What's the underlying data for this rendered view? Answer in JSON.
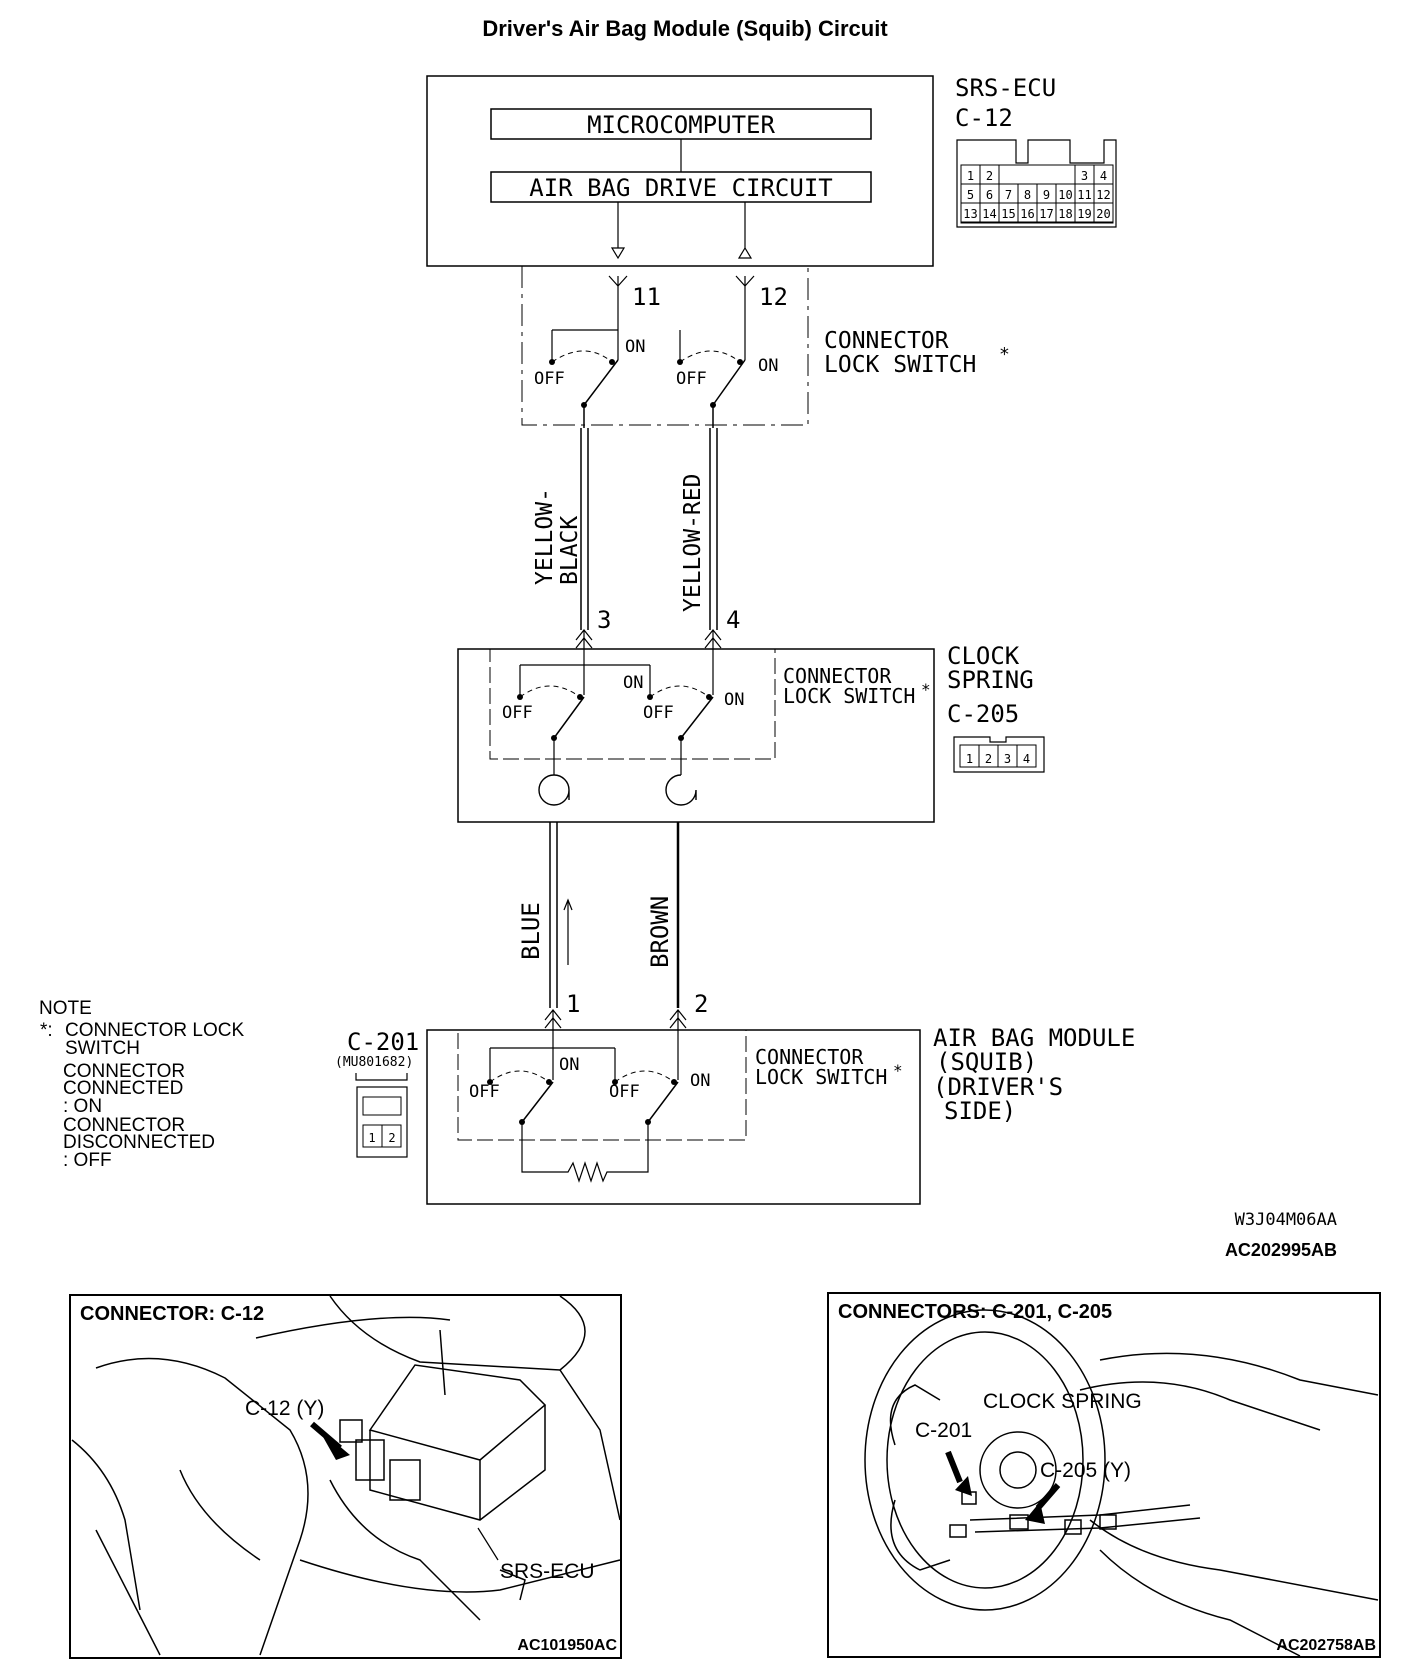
{
  "title": "Driver's Air Bag Module (Squib) Circuit",
  "ecu": {
    "name": "SRS-ECU",
    "connector": "C-12",
    "microcomputer": "MICROCOMPUTER",
    "drive_circuit": "AIR BAG DRIVE CIRCUIT",
    "pin_a": "11",
    "pin_b": "12",
    "pinout": [
      "1",
      "2",
      "3",
      "4",
      "5",
      "6",
      "7",
      "8",
      "9",
      "10",
      "11",
      "12",
      "13",
      "14",
      "15",
      "16",
      "17",
      "18",
      "19",
      "20"
    ]
  },
  "lock_switch_label": "CONNECTOR LOCK SWITCH",
  "lock_switch_line1": "CONNECTOR",
  "lock_switch_line2": "LOCK SWITCH",
  "asterisk": "*",
  "on": "ON",
  "off": "OFF",
  "wire_colors": {
    "yellow_black_1": "YELLOW-",
    "yellow_black_2": "BLACK",
    "yellow_red": "YELLOW-RED",
    "blue": "BLUE",
    "brown": "BROWN"
  },
  "clock_spring": {
    "name_1": "CLOCK",
    "name_2": "SPRING",
    "connector": "C-205",
    "pin_a": "3",
    "pin_b": "4",
    "pinout": [
      "1",
      "2",
      "3",
      "4"
    ]
  },
  "module": {
    "line1": "AIR BAG MODULE",
    "line2": "(SQUIB)",
    "line3": "(DRIVER'S",
    "line4": "SIDE)",
    "connector": "C-201",
    "part": "(MU801682)",
    "pin_a": "1",
    "pin_b": "2",
    "pinout": [
      "1",
      "2"
    ]
  },
  "note": {
    "heading": "NOTE",
    "mark": "*:",
    "l1": "CONNECTOR LOCK",
    "l2": "SWITCH",
    "l3": "CONNECTOR",
    "l4": "CONNECTED",
    "l5": ": ON",
    "l6": "CONNECTOR",
    "l7": "DISCONNECTED",
    "l8": ": OFF"
  },
  "codes": {
    "diagram_code": "W3J04M06AA",
    "figure_code": "AC202995AB"
  },
  "panel_left": {
    "title": "CONNECTOR: C-12",
    "label_conn": "C-12 (Y)",
    "label_ecu": "SRS-ECU",
    "code": "AC101950AC"
  },
  "panel_right": {
    "title": "CONNECTORS: C-201, C-205",
    "label_clock": "CLOCK SPRING",
    "label_c201": "C-201",
    "label_c205": "C-205 (Y)",
    "code": "AC202758AB"
  }
}
